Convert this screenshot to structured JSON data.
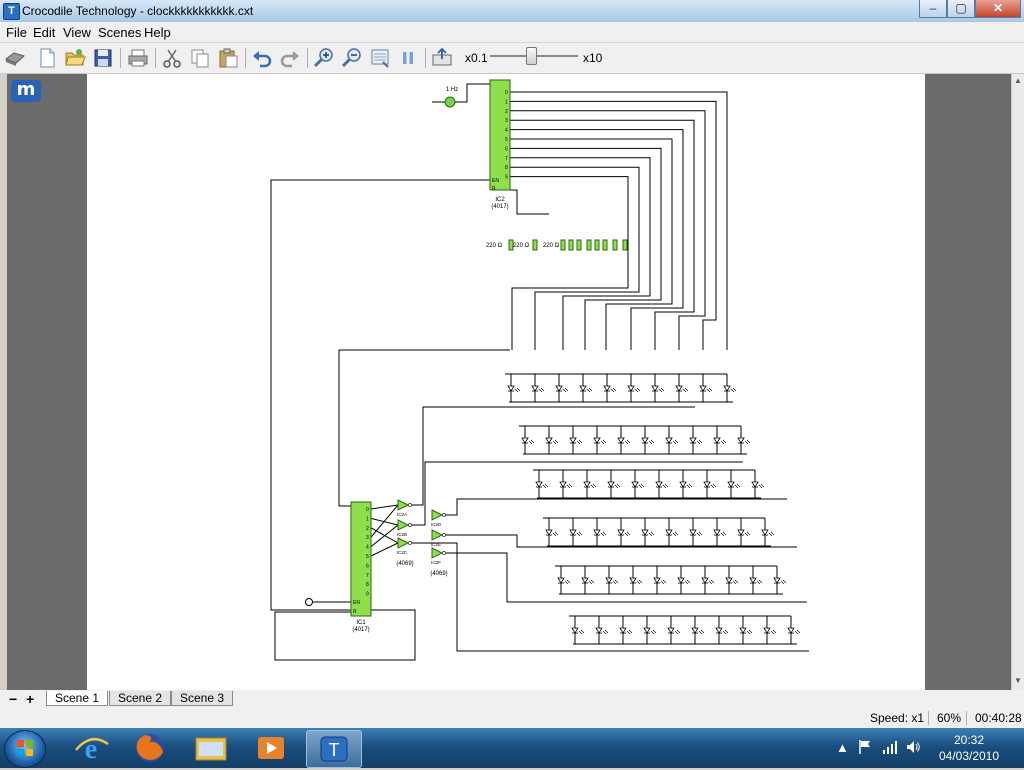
{
  "window": {
    "title": "Crocodile Technology - clockkkkkkkkkkk.cxt",
    "app_icon": "T"
  },
  "window_controls": {
    "minimize": "–",
    "maximize": "▢",
    "close": "✕"
  },
  "menu": [
    "File",
    "Edit",
    "View",
    "Scenes",
    "Help"
  ],
  "toolbar": {
    "speed_min": "x0.1",
    "speed_max": "x10",
    "speed_fraction": 0.47
  },
  "logo": "m",
  "circuit": {
    "clock_label": "1 Hz",
    "ic_top": {
      "name": "IC2",
      "part": "(4017)",
      "pins_right": [
        "0",
        "1",
        "2",
        "3",
        "4",
        "5",
        "6",
        "7",
        "8",
        "9"
      ],
      "pins_left": [
        "EN",
        "R"
      ]
    },
    "ic_bottom": {
      "name": "IC1",
      "part": "(4017)",
      "pins_right": [
        "0",
        "1",
        "2",
        "3",
        "4",
        "5",
        "6",
        "7",
        "8",
        "9"
      ],
      "pins_left": [
        "EN",
        "R"
      ]
    },
    "resistor_labels": [
      "220 Ω",
      "220 Ω",
      "220 Ω"
    ],
    "gate_labels": [
      "IC2A",
      "IC2B",
      "IC2C",
      "IC2D",
      "IC2E",
      "IC2F"
    ],
    "gate_part_left": "(4069)",
    "gate_part_right": "(4069)"
  },
  "tabs": {
    "add": "+",
    "remove": "−",
    "items": [
      "Scene 1",
      "Scene 2",
      "Scene 3"
    ],
    "active": 0
  },
  "status": {
    "speed": "Speed: x1",
    "zoom": "60%",
    "time": "00:40:28"
  },
  "taskbar": {
    "time": "20:32",
    "date": "04/03/2010"
  },
  "colors": {
    "ic_fill": "#8ee04a",
    "wire": "#000000",
    "taskbar": "#1a4f80"
  }
}
